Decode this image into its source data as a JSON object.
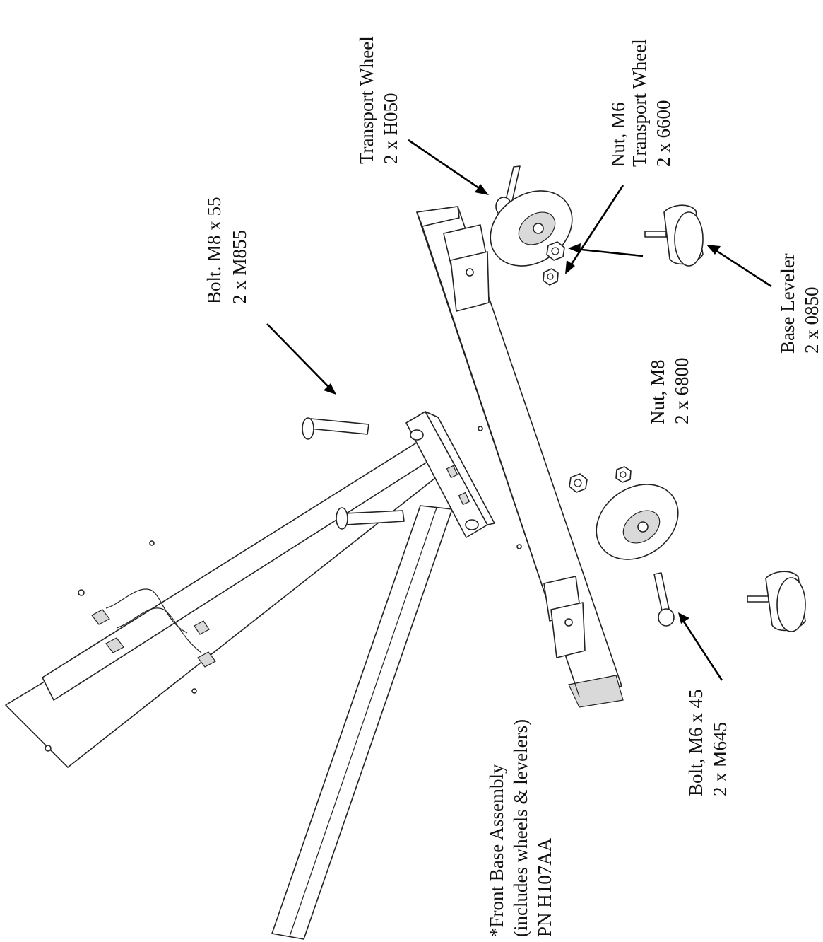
{
  "labels": {
    "transport_wheel": {
      "name": "Transport Wheel",
      "qty": "2 x H050"
    },
    "nut_m6": {
      "name": "Nut, M6",
      "name2": "Transport Wheel",
      "qty": "2 x 6600"
    },
    "bolt_m8": {
      "name": "Bolt. M8 x 55",
      "qty": "2 x M855"
    },
    "base_leveler": {
      "name": "Base Leveler",
      "qty": "2 x 0850"
    },
    "nut_m8": {
      "name": "Nut, M8",
      "qty": "2 x 6800"
    },
    "front_base": {
      "line1": "*Front Base Assembly",
      "line2": "(includes wheels & levelers)",
      "line3": "PN H107AA"
    },
    "bolt_m6": {
      "name": "Bolt, M6 x 45",
      "qty": "2 x M645"
    }
  }
}
